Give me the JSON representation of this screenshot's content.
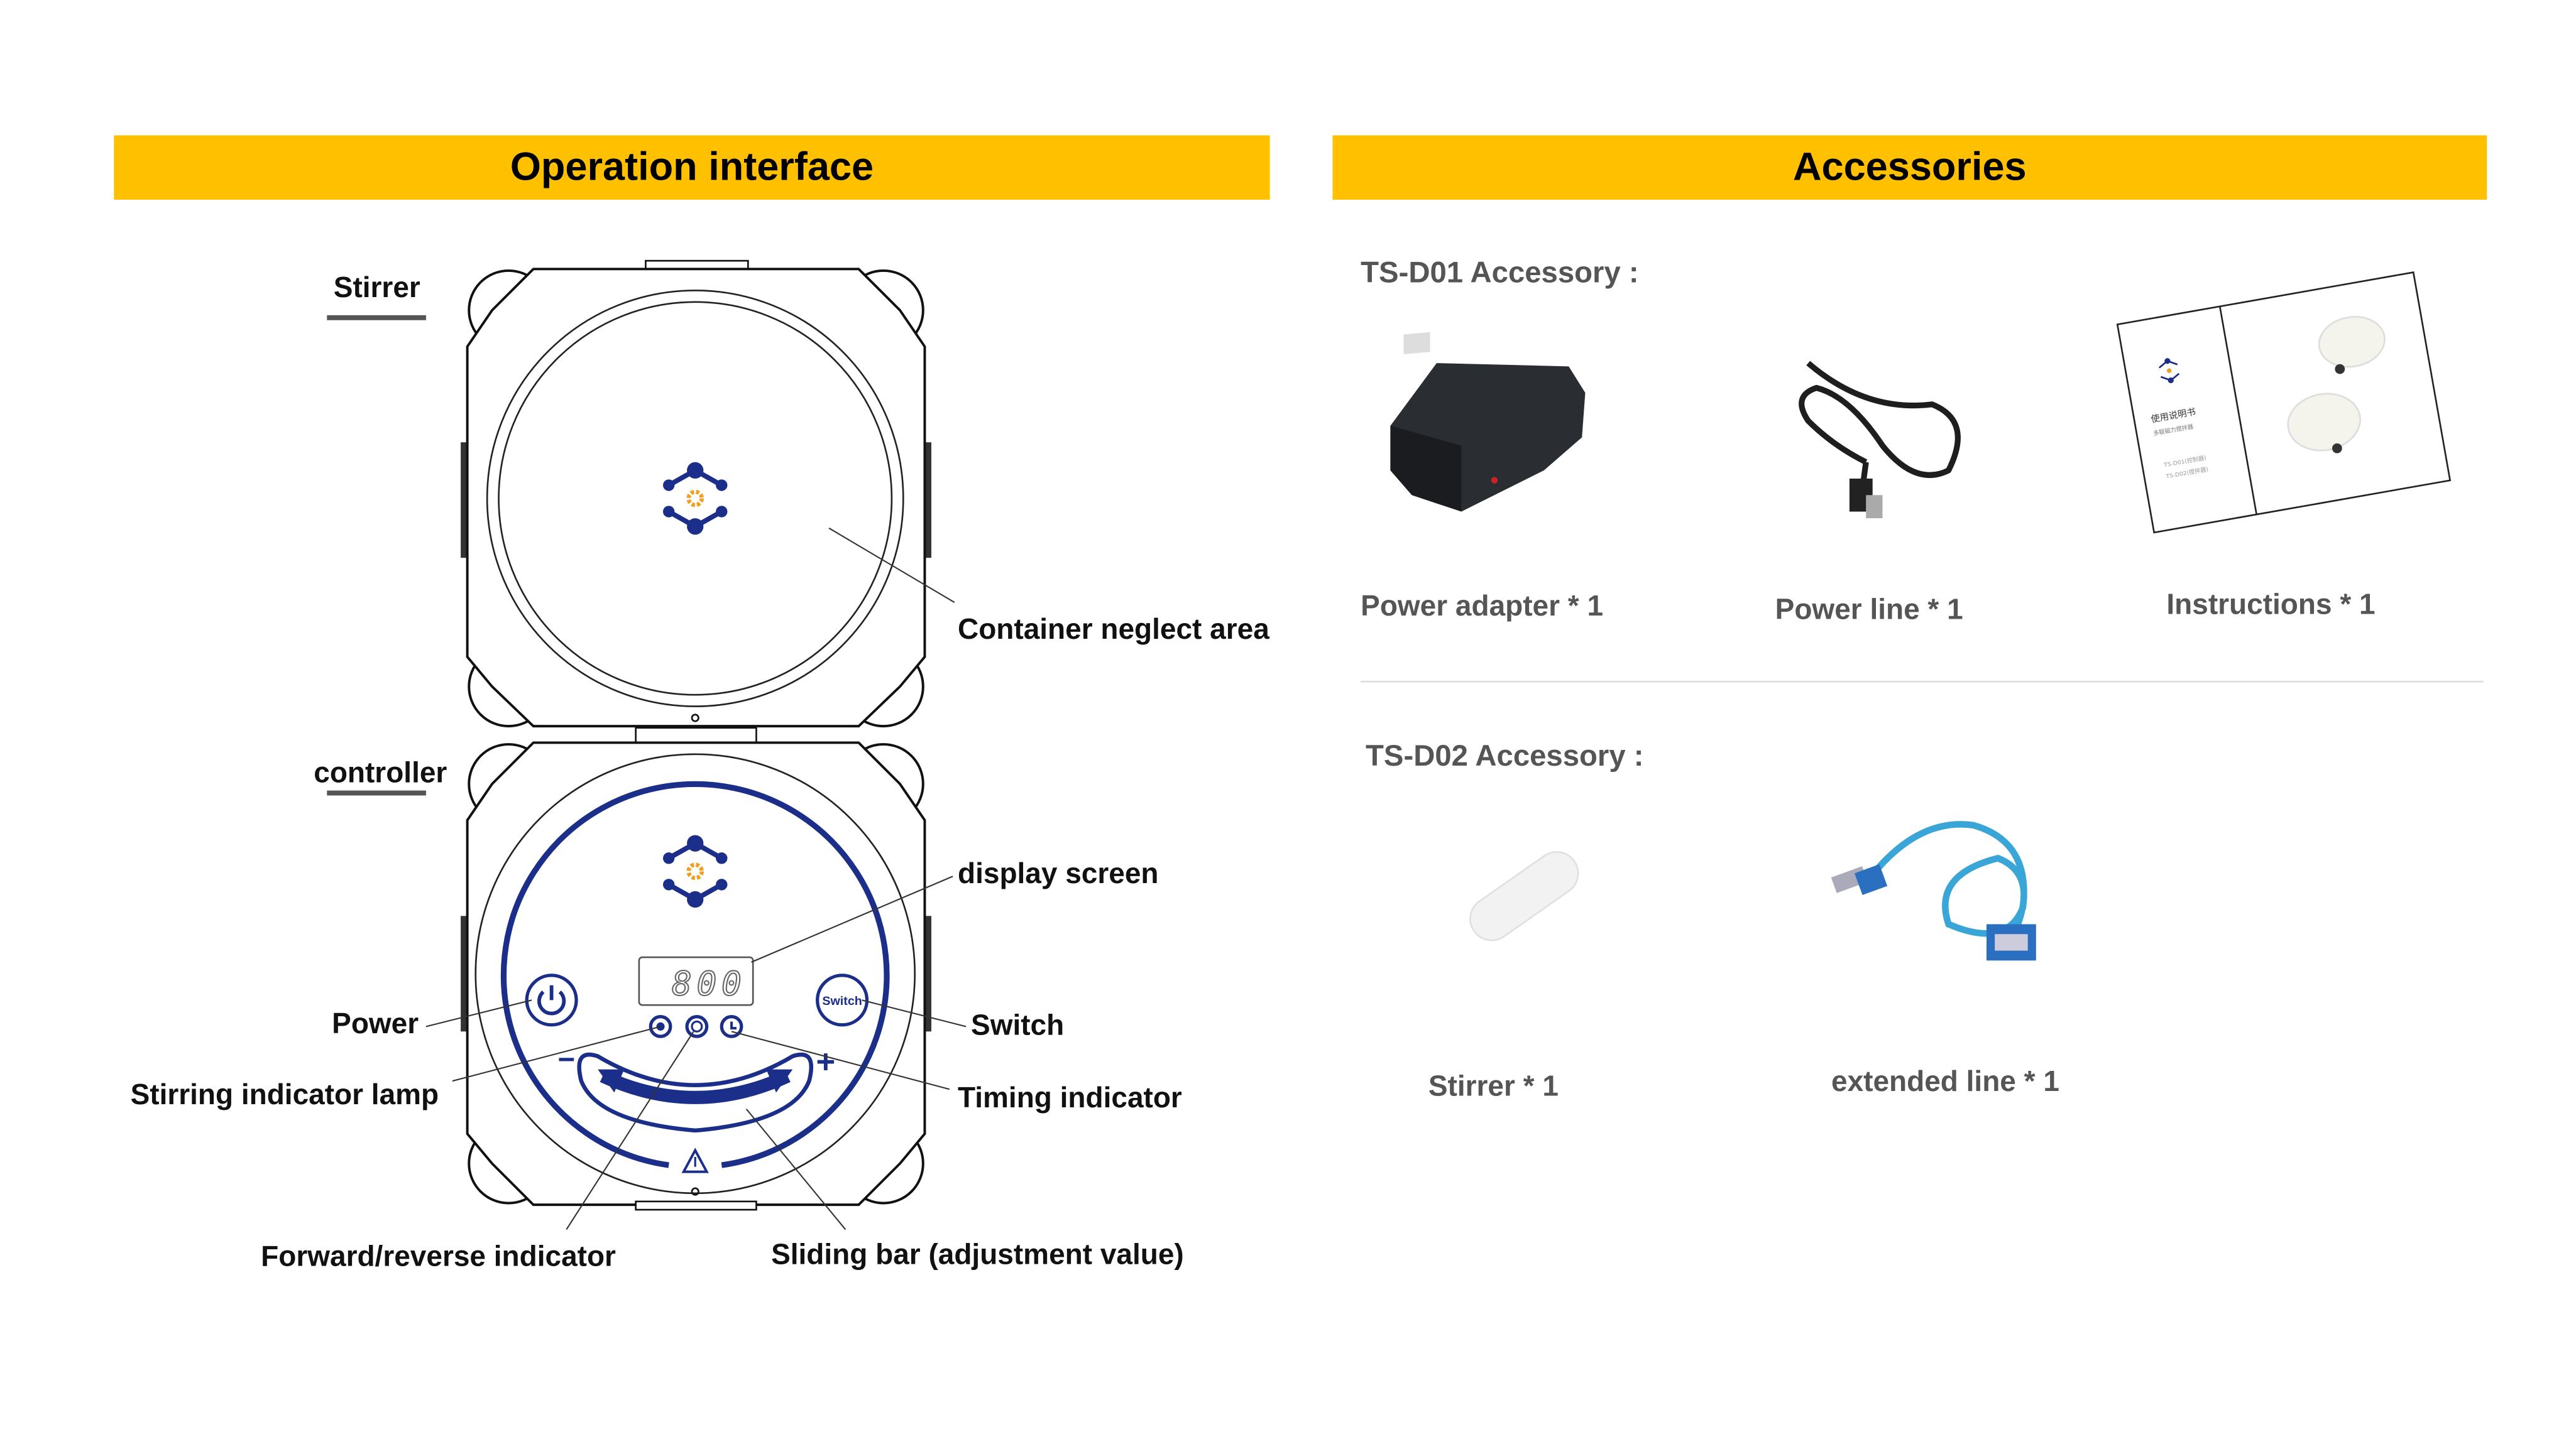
{
  "left_panel": {
    "title": "Operation interface",
    "labels": {
      "stirrer": "Stirrer",
      "controller": "controller",
      "container_area": "Container neglect area",
      "display_screen": "display screen",
      "power": "Power",
      "switch": "Switch",
      "stirring_lamp": "Stirring indicator lamp",
      "timing_indicator": "Timing indicator",
      "forward_reverse": "Forward/reverse indicator",
      "sliding_bar": "Sliding bar (adjustment value)"
    },
    "device": {
      "display_value": "800",
      "switch_button_text": "Switch",
      "minus": "−",
      "plus": "+"
    }
  },
  "right_panel": {
    "title": "Accessories",
    "ts_d01": {
      "heading": "TS-D01 Accessory :",
      "items": [
        {
          "label": "Power adapter * 1",
          "icon": "power-adapter-icon"
        },
        {
          "label": "Power line * 1",
          "icon": "usb-cable-icon"
        },
        {
          "label": "Instructions * 1",
          "icon": "instruction-manual-icon"
        }
      ],
      "manual_text": {
        "title": "使用说明书",
        "subtitle": "多联磁力搅拌器",
        "line1": "TS-D01(控制器)",
        "line2": "TS-D02(搅拌器)"
      }
    },
    "ts_d02": {
      "heading": "TS-D02  Accessory :",
      "items": [
        {
          "label": "Stirrer * 1",
          "icon": "stir-bar-icon"
        },
        {
          "label": "extended line * 1",
          "icon": "usb-extension-cable-icon"
        }
      ]
    }
  },
  "colors": {
    "header_bar": "#FFC000",
    "device_blue": "#1B2F8A",
    "logo_orange": "#F0A020"
  }
}
